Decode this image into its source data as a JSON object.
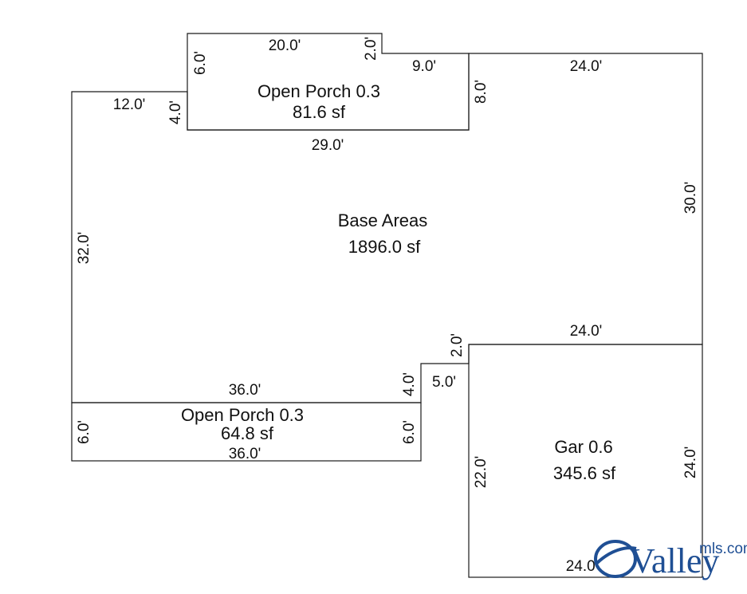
{
  "base": {
    "title": "Base Areas",
    "area": "1896.0 sf",
    "dims": {
      "top_right": "24.0'",
      "left_upper": "12.0'",
      "left_side": "32.0'",
      "right_side": "30.0'",
      "step_top": "24.0'",
      "step_vertical": "2.0'",
      "step_horizontal": "5.0'",
      "step_lower": "4.0'"
    }
  },
  "porch_top": {
    "title": "Open Porch 0.3",
    "area": "81.6 sf",
    "dims": {
      "top": "20.0'",
      "notch_vertical": "2.0'",
      "notch_horizontal": "9.0'",
      "left_upper": "6.0'",
      "left_lower": "4.0'",
      "right": "8.0'",
      "bottom": "29.0'"
    }
  },
  "porch_bottom": {
    "title": "Open Porch 0.3",
    "area": "64.8 sf",
    "dims": {
      "top": "36.0'",
      "bottom": "36.0'",
      "left": "6.0'",
      "right": "6.0'"
    }
  },
  "garage": {
    "title": "Gar 0.6",
    "area": "345.6 sf",
    "dims": {
      "left": "22.0'",
      "right": "24.0'",
      "bottom": "24.0'"
    }
  },
  "logo": {
    "word": "Valley",
    "suffix": "mls.com",
    "color": "#1f4f94"
  }
}
